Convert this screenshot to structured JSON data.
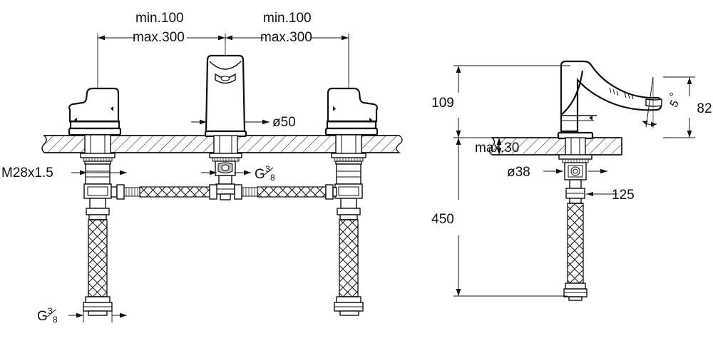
{
  "drawing": {
    "title": "Three-hole deck-mounted basin mixer installation drawing",
    "views": [
      {
        "name": "front-elevation",
        "position": "left"
      },
      {
        "name": "side-elevation",
        "position": "right"
      }
    ]
  },
  "front_view": {
    "dimensions": {
      "left_span_min": "min.100",
      "left_span_max": "max.300",
      "right_span_min": "min.100",
      "right_span_max": "max.300",
      "spout_diameter": "ø50",
      "handle_thread": "M28x1.5",
      "inlet_thread_letter": "G",
      "inlet_thread_num": "3",
      "inlet_thread_den": "8",
      "hose_thread_letter": "G",
      "hose_thread_num": "3",
      "hose_thread_den": "8"
    }
  },
  "side_view": {
    "dimensions": {
      "spout_height": "109",
      "spout_reach_height": "82",
      "aerator_angle": "5",
      "aerator_angle_unit": "°",
      "deck_thickness": "max.30",
      "body_diameter": "ø38",
      "hose_length": "450",
      "shank_reach": "125"
    }
  },
  "style": {
    "line_color": "#111111",
    "background": "#ffffff",
    "hatch_color": "#111111"
  }
}
